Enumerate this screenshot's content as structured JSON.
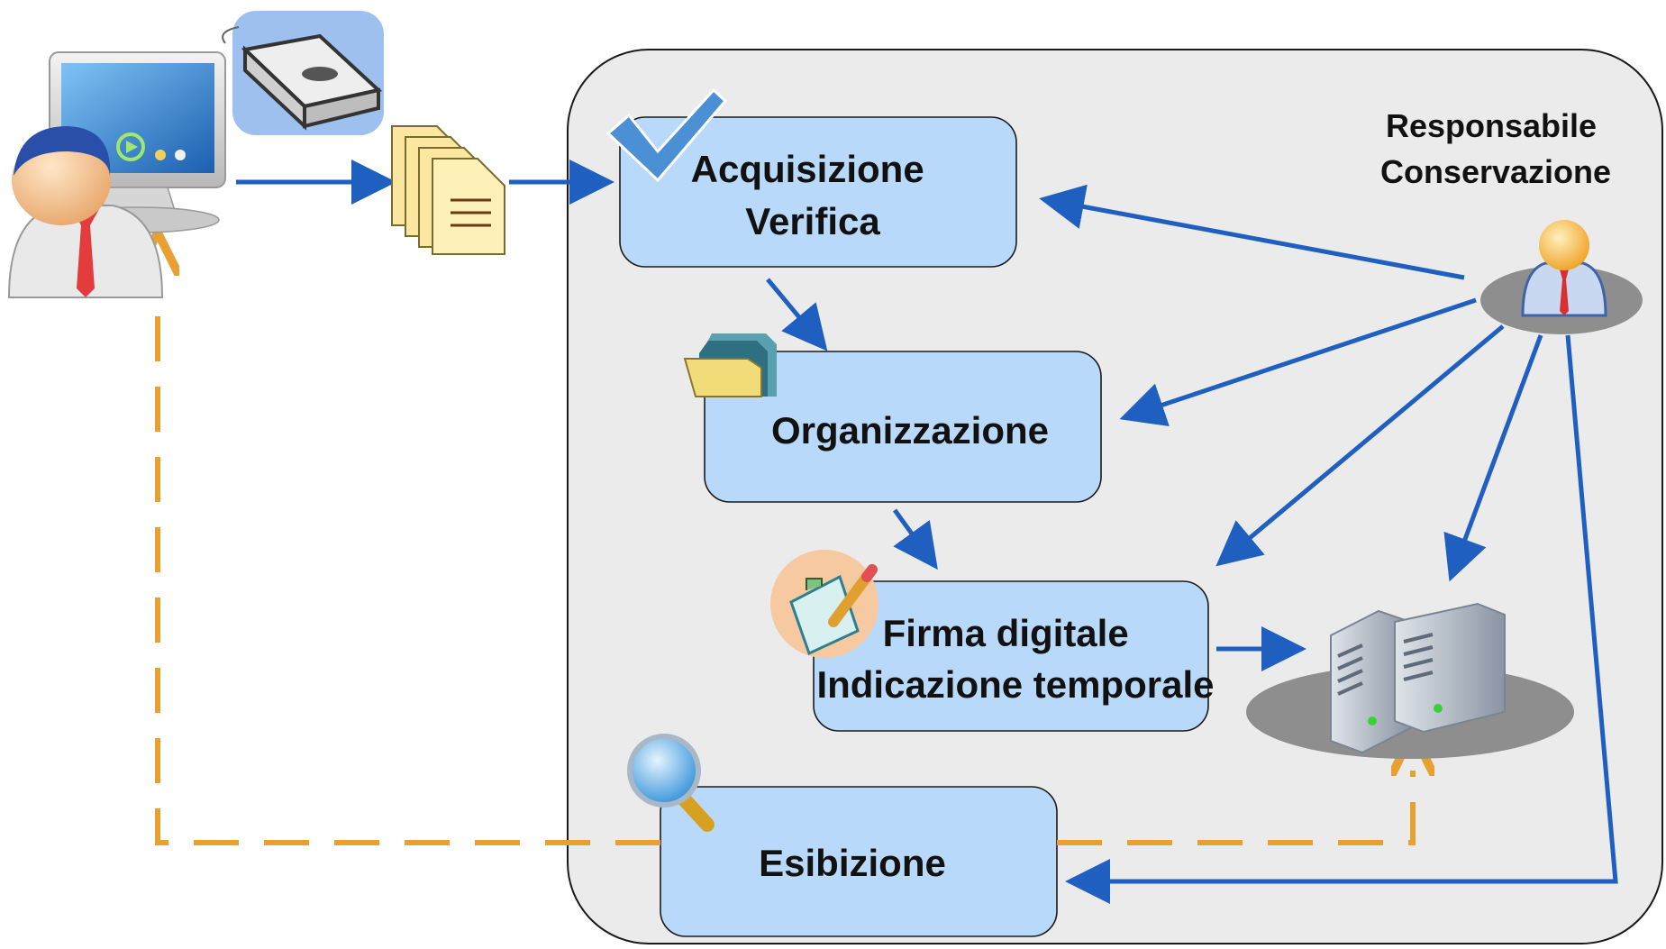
{
  "diagram": {
    "role_label": [
      "Responsabile",
      "Conservazione"
    ],
    "steps": [
      {
        "id": "acquisizione",
        "lines": [
          "Acquisizione",
          "Verifica"
        ],
        "icon": "checkmark-icon"
      },
      {
        "id": "organizzazione",
        "lines": [
          "Organizzazione"
        ],
        "icon": "folder-icon"
      },
      {
        "id": "firma",
        "lines": [
          "Firma digitale",
          "Indicazione temporale"
        ],
        "icon": "signature-pen-icon"
      },
      {
        "id": "esibizione",
        "lines": [
          "Esibizione"
        ],
        "icon": "magnifier-icon"
      }
    ],
    "icons": [
      "computer-icon",
      "scanner-icon",
      "user-icon",
      "documents-icon",
      "manager-icon",
      "server-icon"
    ],
    "colors": {
      "box_fill": "#b9d9fa",
      "container_fill": "#ebebeb",
      "flow_arrow": "#1f5fbf",
      "return_arrow": "#e8a030"
    }
  }
}
